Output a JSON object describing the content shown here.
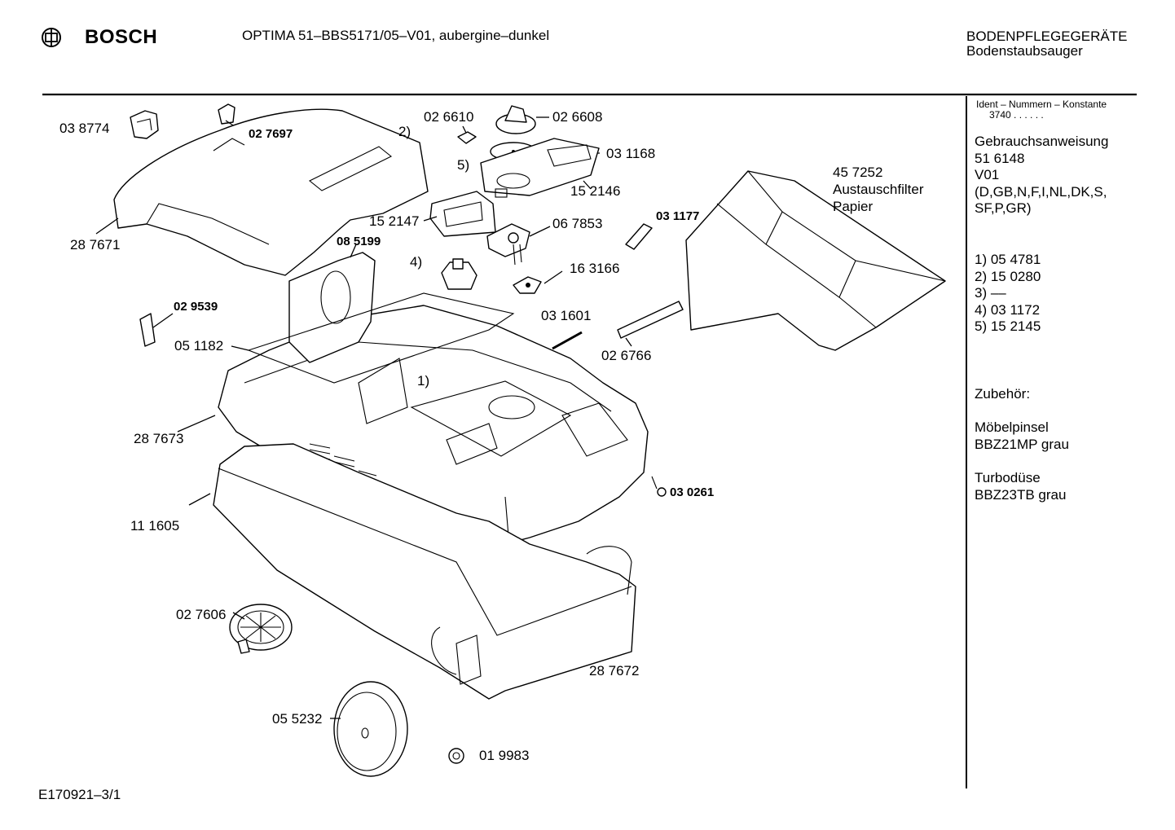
{
  "header": {
    "brand": "BOSCH",
    "model_title": "OPTIMA 51–BBS5171/05–V01, aubergine–dunkel",
    "category": "BODENPFLEGEGERÄTE",
    "subcategory": "Bodenstaubsauger"
  },
  "footer": {
    "doc_code": "E170921–3/1"
  },
  "sidebar": {
    "ident_title": "Ident – Nummern – Konstante",
    "ident_value": "3740  . .   . . . .",
    "manual": [
      "Gebrauchsanweisung",
      "51 6148",
      "V01",
      "(D,GB,N,F,I,NL,DK,S,",
      "SF,P,GR)"
    ],
    "footnotes": [
      "1) 05 4781",
      "2) 15 0280",
      "3) ––",
      "4) 03 1172",
      "5) 15 2145"
    ],
    "accessories_title": "Zubehör:",
    "accessories": [
      {
        "name": "Möbelpinsel",
        "code": "BBZ21MP grau"
      },
      {
        "name": "Turbodüse",
        "code": "BBZ23TB grau"
      }
    ]
  },
  "parts": {
    "p038774": "03 8774",
    "p027697": "02 7697",
    "p287671": "28 7671",
    "p026610": "02 6610",
    "p026608": "02 6608",
    "p031168": "03 1168",
    "p152146": "15 2146",
    "p152147": "15 2147",
    "p067853": "06 7853",
    "p031177": "03 1177",
    "p457252": "45 7252",
    "p457252_name1": "Austauschfilter",
    "p457252_name2": "Papier",
    "p085199": "08 5199",
    "p163166": "16 3166",
    "p029539": "02 9539",
    "p051182": "05 1182",
    "p031601": "03 1601",
    "p026766": "02 6766",
    "p287673": "28 7673",
    "p030261": "03 0261",
    "p111605": "11 1605",
    "p027606": "02 7606",
    "p287672": "28 7672",
    "p055232": "05 5232",
    "p019983": "01 9983"
  },
  "callouts": {
    "c1": "1)",
    "c2": "2)",
    "c4": "4)",
    "c5": "5)"
  }
}
